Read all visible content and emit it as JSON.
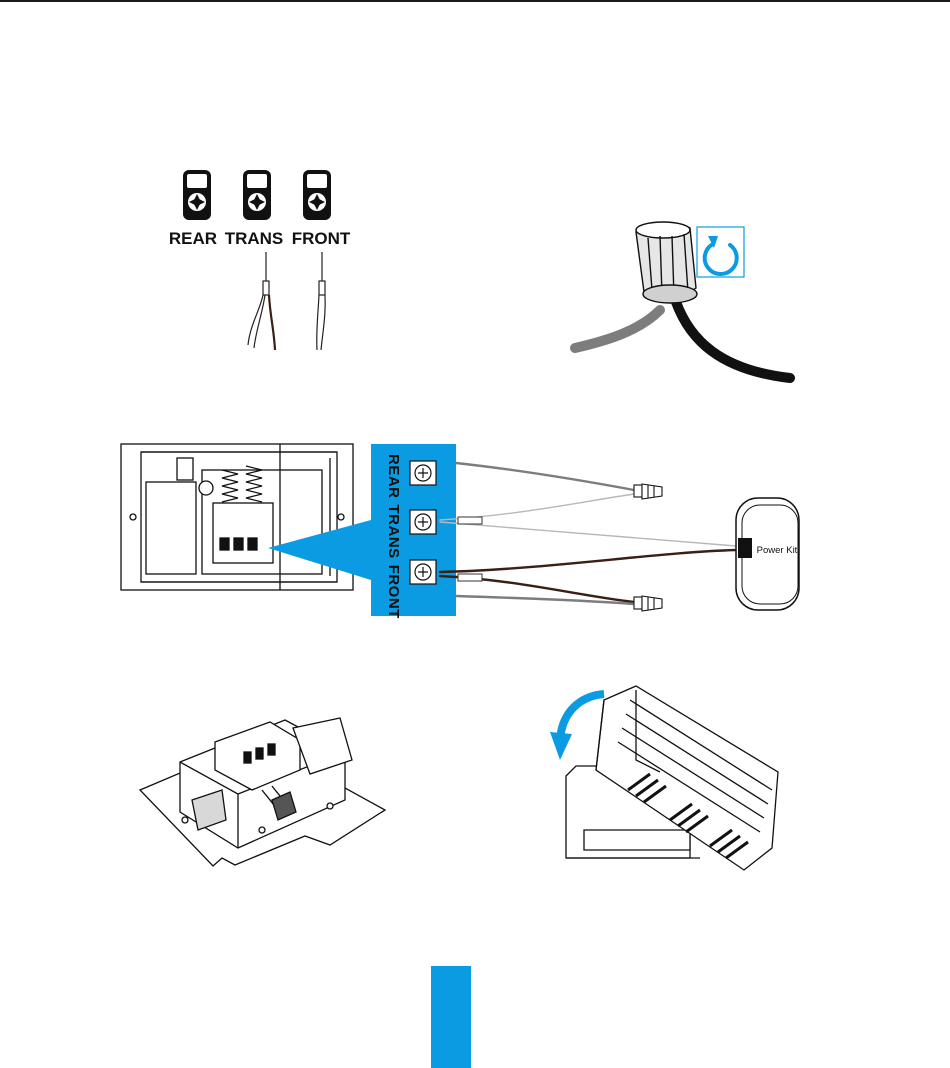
{
  "colors": {
    "accent": "#0a9be3",
    "line": "#1a1a1a",
    "gray_wire": "#7d7d7d",
    "brown_wire": "#4a2a1c"
  },
  "terminal_labels": {
    "rear": "REAR",
    "trans": "TRANS",
    "front": "FRONT"
  },
  "power_kit": {
    "label": "Power Kit"
  },
  "icons": {
    "rotate": "rotate-clockwise-icon",
    "fold": "curved-arrow-icon"
  }
}
